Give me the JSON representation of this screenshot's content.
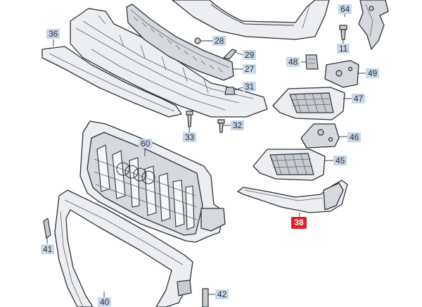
{
  "callouts": [
    {
      "id": "c64",
      "label": "64"
    },
    {
      "id": "c36",
      "label": "36"
    },
    {
      "id": "c28",
      "label": "28"
    },
    {
      "id": "c29",
      "label": "29"
    },
    {
      "id": "c27",
      "label": "27"
    },
    {
      "id": "c11",
      "label": "11"
    },
    {
      "id": "c48",
      "label": "48"
    },
    {
      "id": "c49",
      "label": "49"
    },
    {
      "id": "c31",
      "label": "31"
    },
    {
      "id": "c47",
      "label": "47"
    },
    {
      "id": "c32",
      "label": "32"
    },
    {
      "id": "c33",
      "label": "33"
    },
    {
      "id": "c46",
      "label": "46"
    },
    {
      "id": "c60",
      "label": "60"
    },
    {
      "id": "c45",
      "label": "45"
    },
    {
      "id": "c38",
      "label": "38",
      "selected": true
    },
    {
      "id": "c41",
      "label": "41"
    },
    {
      "id": "c42",
      "label": "42"
    },
    {
      "id": "c40",
      "label": "40"
    }
  ],
  "colors": {
    "callout_bg": "#c9d7e8",
    "selected_bg": "#e0202a",
    "line": "#2d3237"
  }
}
